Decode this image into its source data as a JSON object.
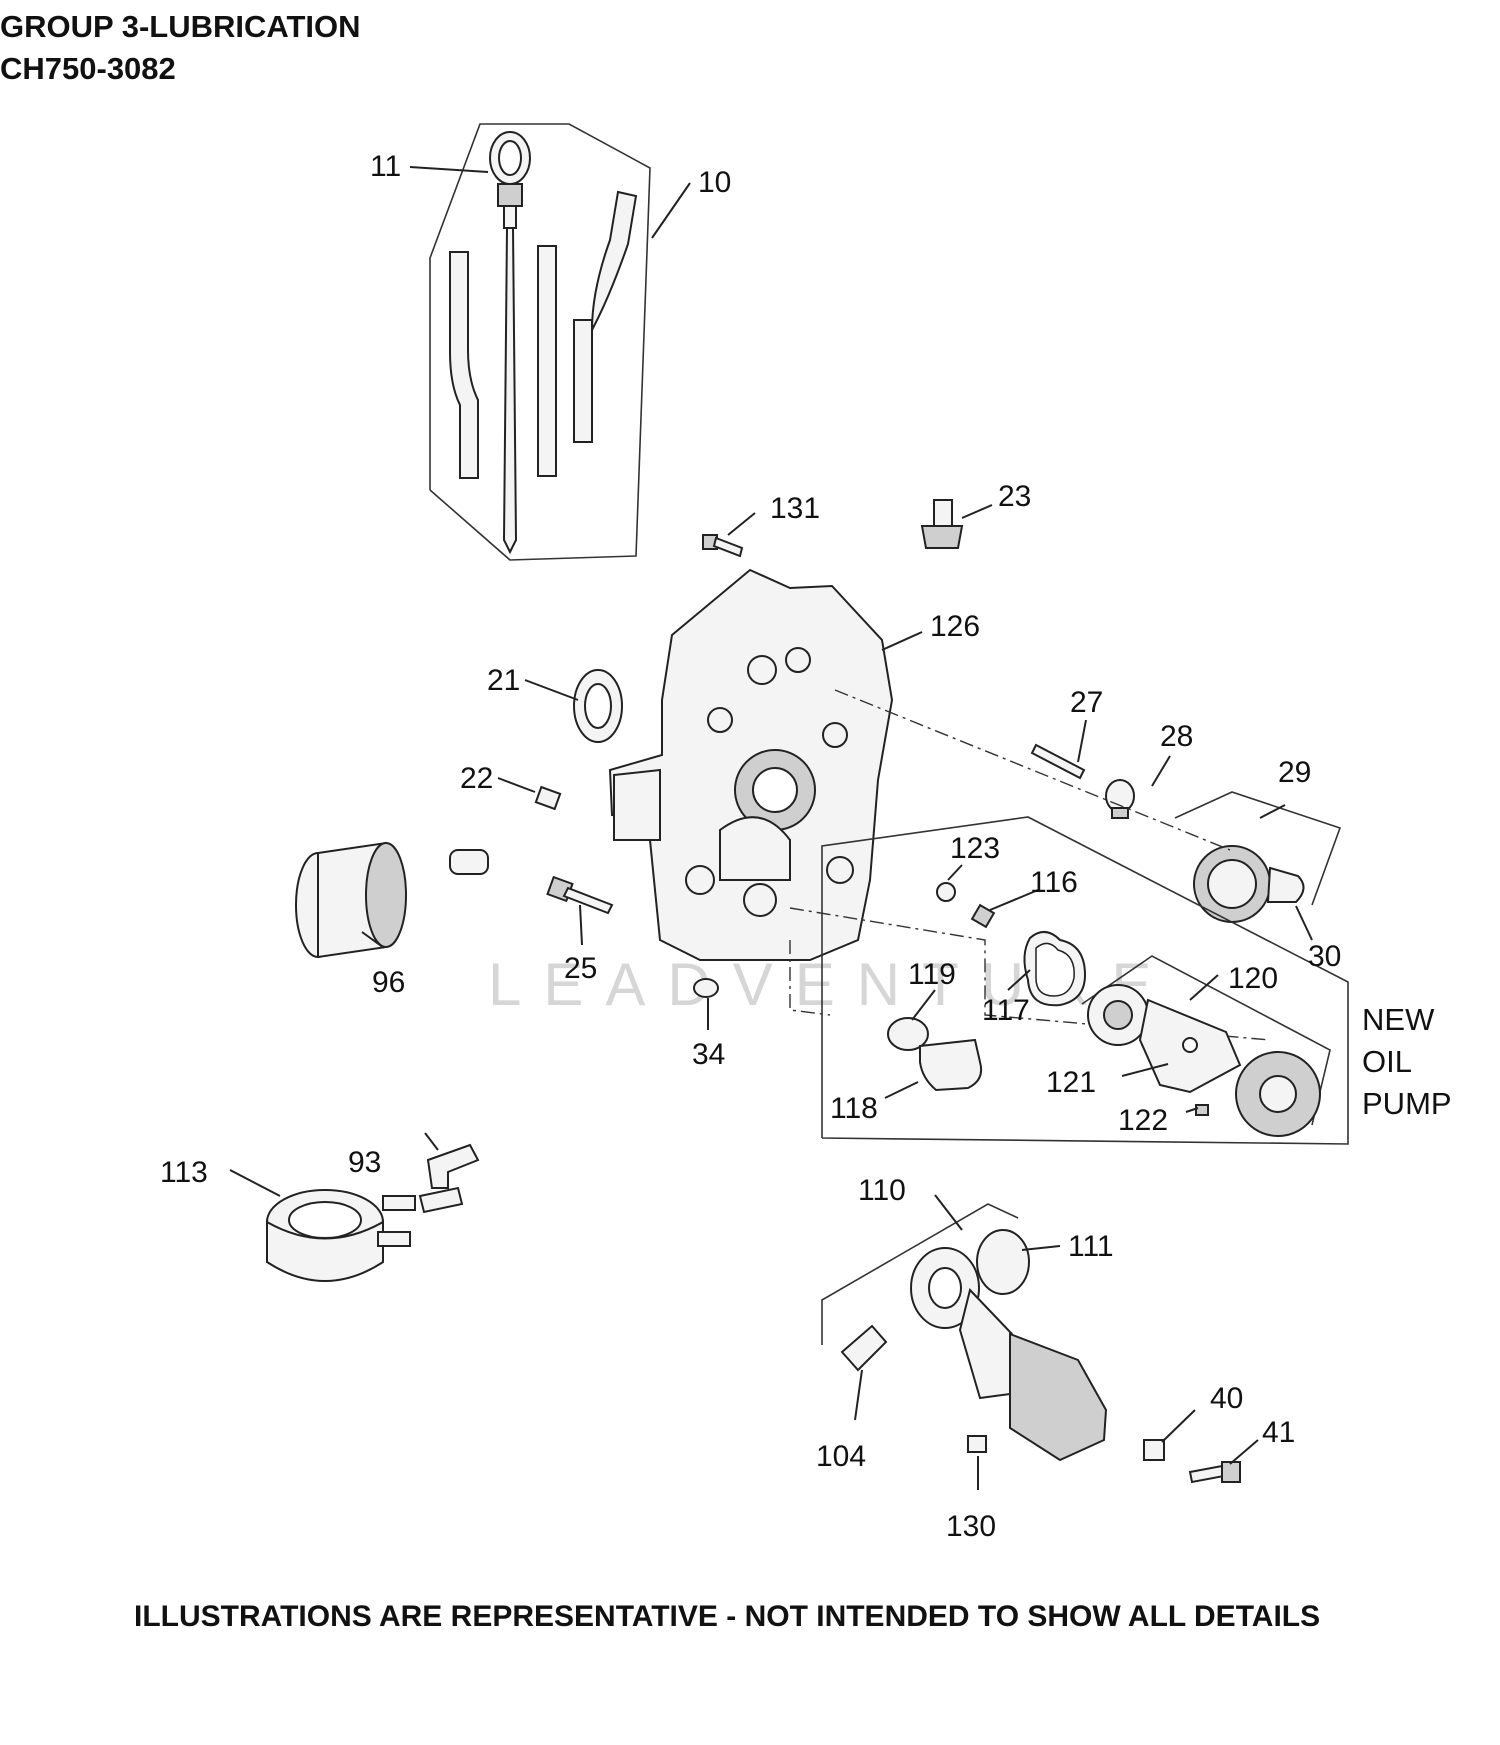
{
  "header": {
    "group_title": "GROUP 3-LUBRICATION",
    "model": "CH750-3082"
  },
  "watermark": "LEADVENTURE",
  "note": {
    "line1": "NEW",
    "line2": "OIL",
    "line3": "PUMP"
  },
  "footer": "ILLUSTRATIONS ARE REPRESENTATIVE - NOT INTENDED TO SHOW ALL DETAILS",
  "callouts": {
    "c10": "10",
    "c11": "11",
    "c21": "21",
    "c22": "22",
    "c23": "23",
    "c25": "25",
    "c27": "27",
    "c28": "28",
    "c29": "29",
    "c30": "30",
    "c34": "34",
    "c40": "40",
    "c41": "41",
    "c93": "93",
    "c96": "96",
    "c104": "104",
    "c110": "110",
    "c111": "111",
    "c113": "113",
    "c116": "116",
    "c117": "117",
    "c118": "118",
    "c119": "119",
    "c120": "120",
    "c121": "121",
    "c122": "122",
    "c123": "123",
    "c126": "126",
    "c130": "130",
    "c131": "131"
  }
}
